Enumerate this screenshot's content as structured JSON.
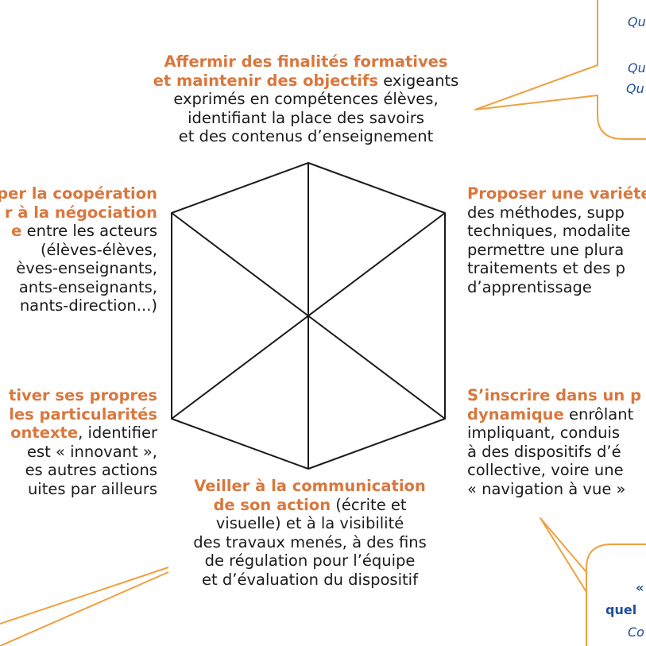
{
  "colors": {
    "accent": "#d9773e",
    "text": "#1b1b1b",
    "callout_border": "#f0a040",
    "callout_text": "#1f4e9a"
  },
  "top": {
    "line1": "Affermir des finalités formatives",
    "line2_accent": "et maintenir des objectifs",
    "line2_rest": " exigeants",
    "line3": "exprimés en compétences élèves,",
    "line4": "identifiant la place des savoirs",
    "line5": "et des contenus d’enseignement"
  },
  "left": {
    "line1": "per la coopération",
    "line2": "r à la négociation",
    "line3_accent": "e",
    "line3_rest": " entre les acteurs",
    "line4": "(élèves-élèves,",
    "line5": "èves-enseignants,",
    "line6": "ants-enseignants,",
    "line7": "nants-direction...)"
  },
  "right": {
    "line1": "Proposer une variéte",
    "line2": "des méthodes, supp",
    "line3": "techniques, modalite",
    "line4": "permettre une plura",
    "line5": "traitements et des p",
    "line6": "d’apprentissage"
  },
  "lowleft": {
    "line1": "tiver ses propres",
    "line2": "les particularités",
    "line3_accent": "ontexte",
    "line3_rest": ", identifier",
    "line4": "est « innovant »,",
    "line5": "es autres actions",
    "line6": "uites par ailleurs"
  },
  "lowright": {
    "line1": "S’inscrire dans un p",
    "line2_accent": "dynamique",
    "line2_rest": " enrôlant",
    "line3": "impliquant, conduis",
    "line4": "à des dispositifs d’é",
    "line5": "collective, voire une",
    "line6": "« navigation à vue »"
  },
  "bottom": {
    "line1": "Veiller à la communication",
    "line2_accent": "de son action",
    "line2_rest": " (écrite et",
    "line3": "visuelle) et à la visibilité",
    "line4": "des travaux menés, à des fins",
    "line5": "de régulation pour l’équipe",
    "line6": "et d’évaluation du dispositif"
  },
  "callout_top_right": {
    "line1": "Qu",
    "line2": "Qu",
    "line3": "Qu"
  },
  "callout_bottom_right": {
    "line1": "«",
    "line2": "quel",
    "line3": "Co"
  }
}
